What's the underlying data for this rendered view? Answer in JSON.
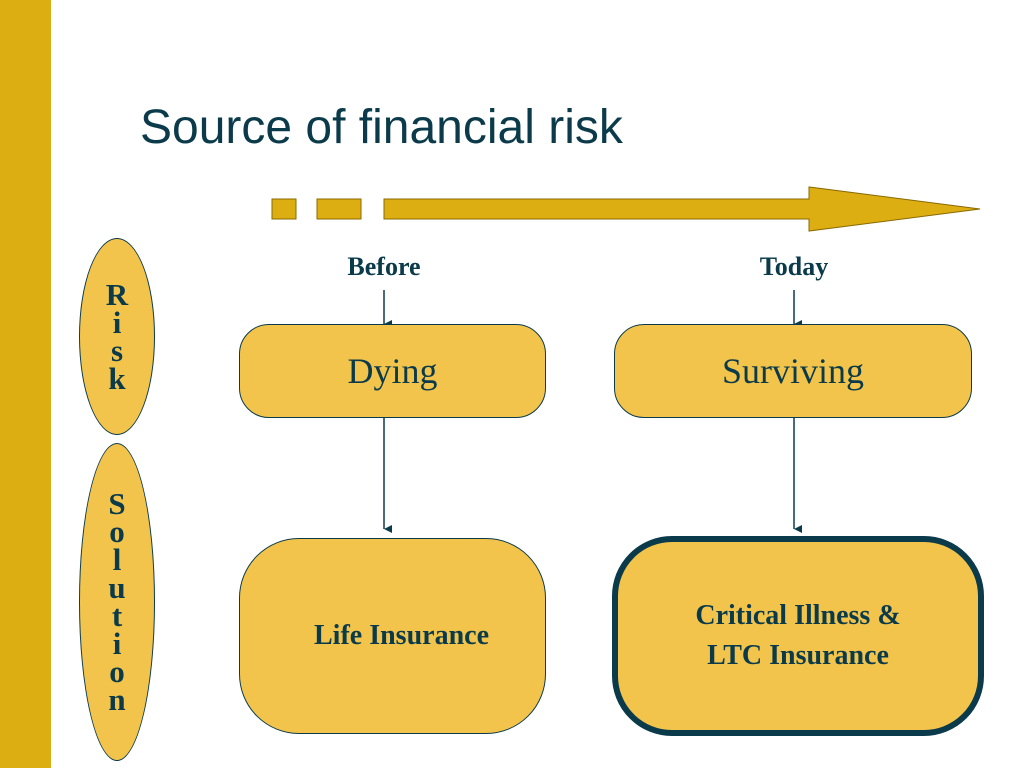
{
  "slide": {
    "title": "Source of financial risk",
    "risk_label": [
      "R",
      "i",
      "s",
      "k"
    ],
    "solution_label": [
      "S",
      "o",
      "l",
      "u",
      "t",
      "i",
      "o",
      "n"
    ],
    "columns": [
      {
        "label": "Before",
        "risk": "Dying",
        "solution": "Life Insurance"
      },
      {
        "label": "Today",
        "risk": "Surviving",
        "solution": "Critical Illness & LTC Insurance"
      }
    ]
  },
  "colors": {
    "accent_bar": "#DDAE12",
    "fill": "#F2C44B",
    "text": "#0B3B4B",
    "arrow": "#DDAE12"
  }
}
